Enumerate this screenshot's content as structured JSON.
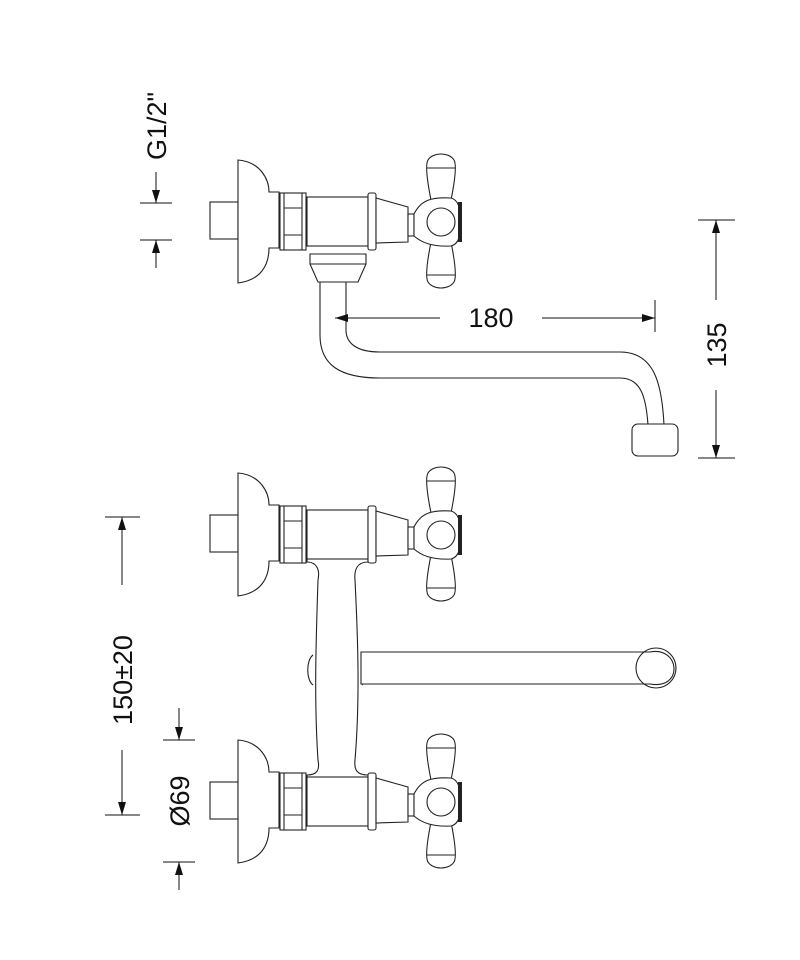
{
  "drawing": {
    "line_color": "#222222",
    "dimensions": {
      "thread": "G1/2\"",
      "spout_reach": "180",
      "spout_height": "135",
      "center_distance": "150±20",
      "escutcheon_diameter": "Ø69"
    }
  }
}
